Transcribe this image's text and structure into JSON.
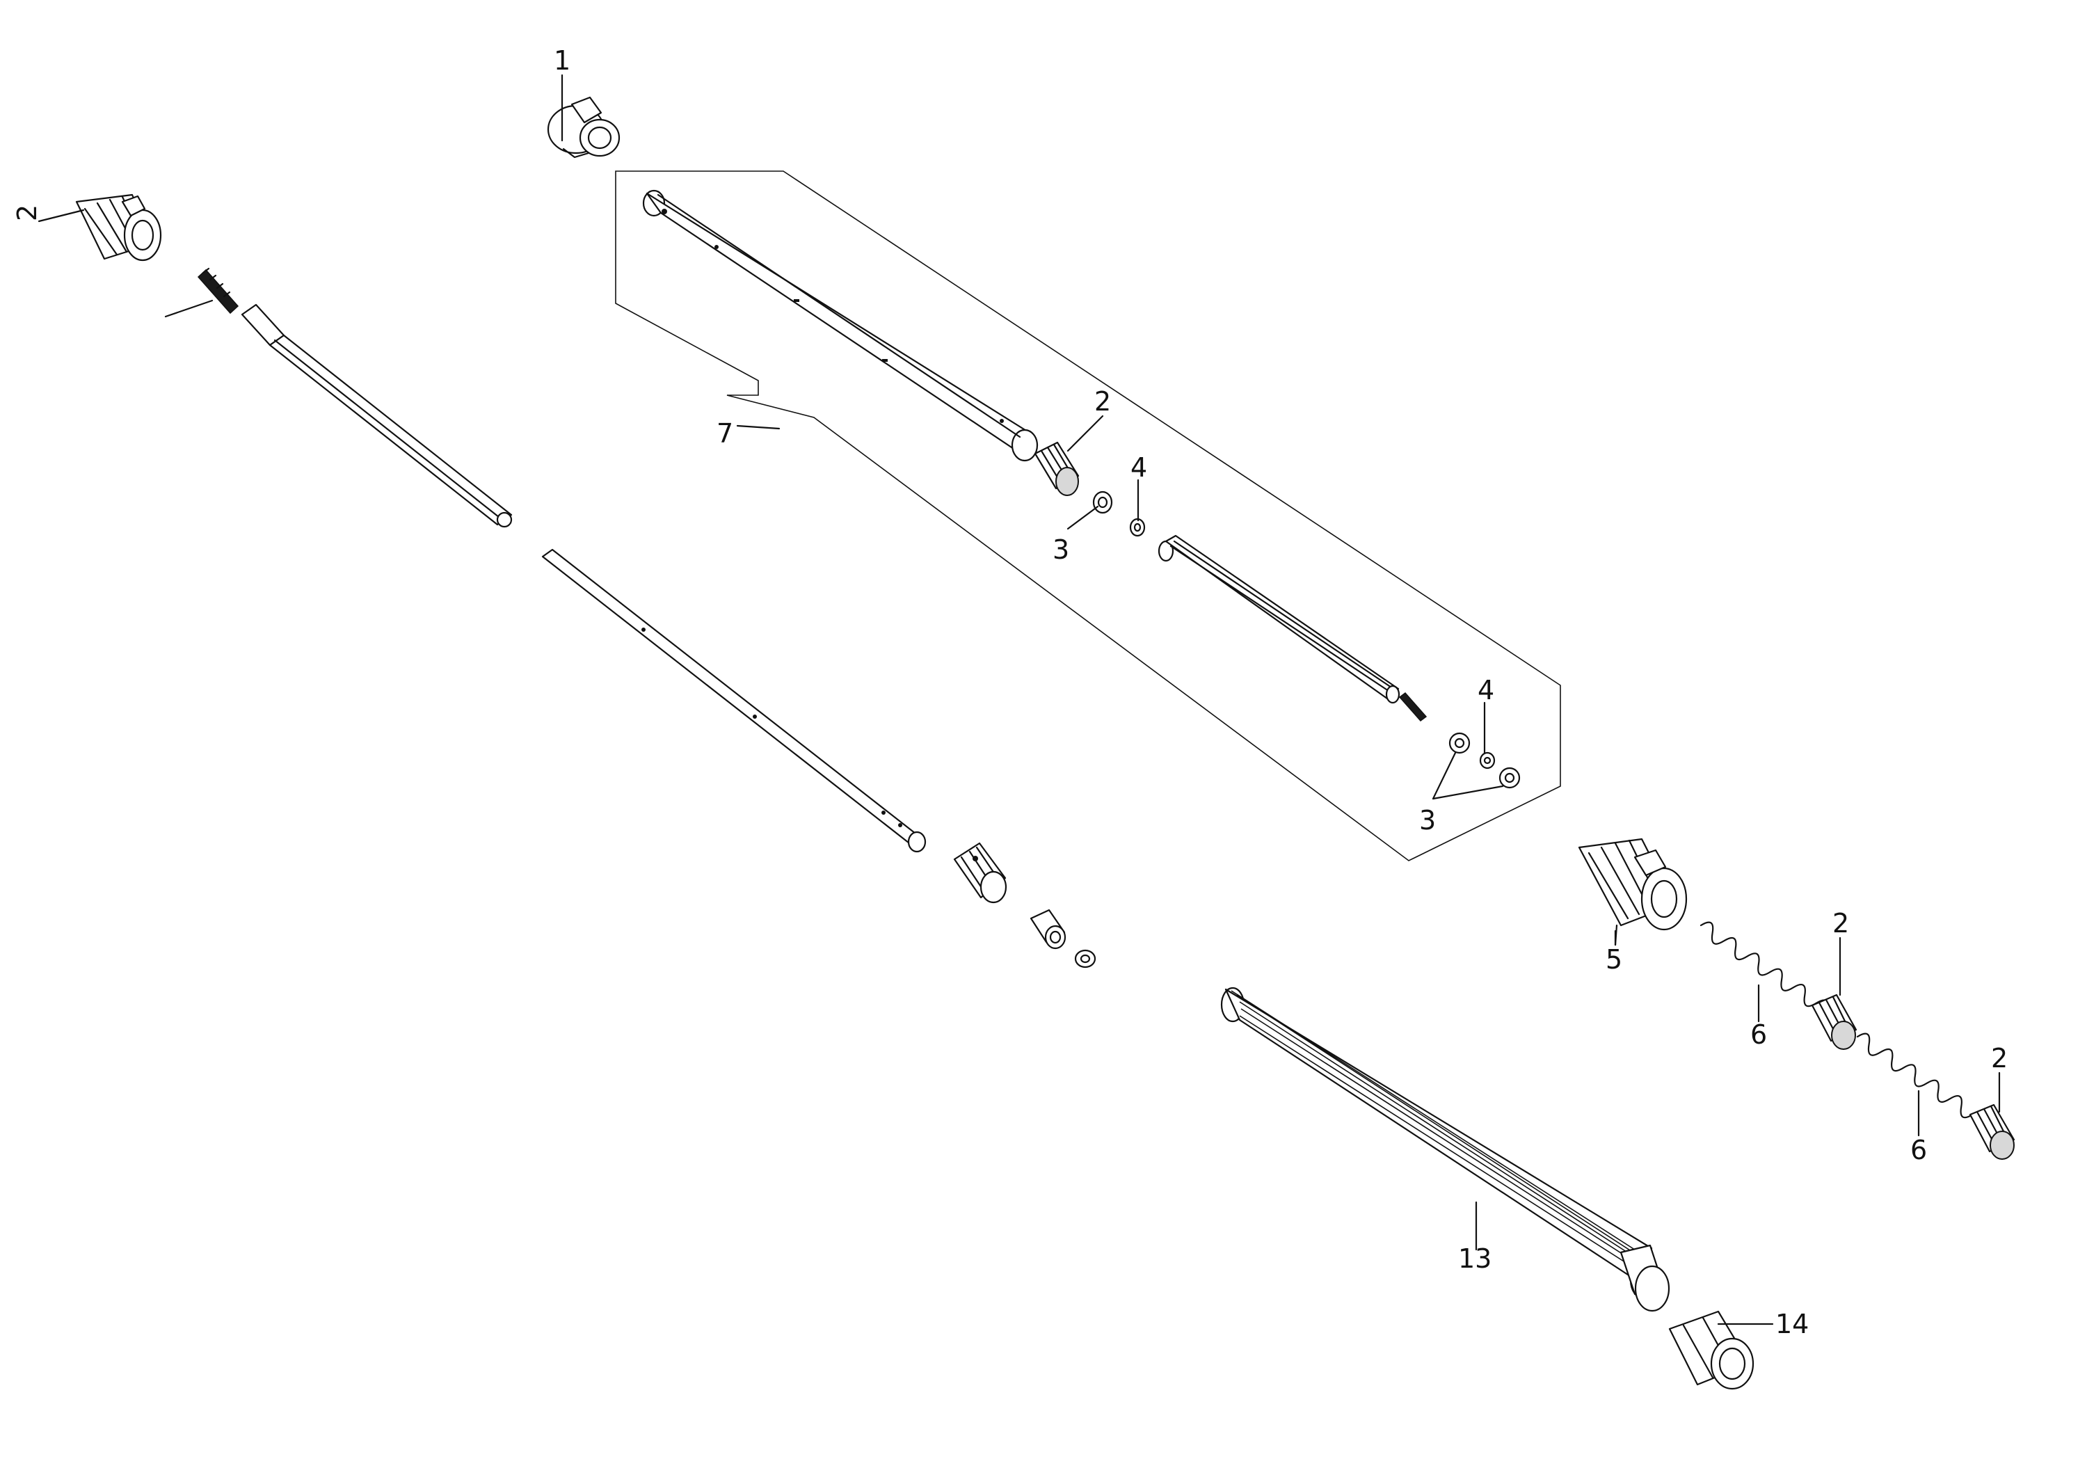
{
  "colors": {
    "ink": "#111111",
    "background": "#ffffff",
    "shade": "#d8d8d8"
  },
  "callouts": {
    "p1": "1",
    "p2_left_coupler": "2",
    "p2_bearing_top": "2",
    "p3_washer_top": "3",
    "p4_clip_top": "4",
    "p4_clip_bottom": "4",
    "p3_washers_bottom": "3",
    "p7_kit": "7",
    "p5": "5",
    "p6_spring_a": "6",
    "p6_spring_b": "6",
    "p2_bearing_right_a": "2",
    "p2_bearing_right_b": "2",
    "p13": "13",
    "p14": "14"
  }
}
